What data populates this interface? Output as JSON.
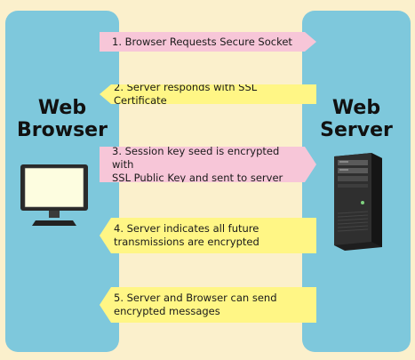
{
  "browser": {
    "title_line1": "Web",
    "title_line2": "Browser"
  },
  "server": {
    "title_line1": "Web",
    "title_line2": "Server"
  },
  "steps": [
    {
      "line1": "1. Browser Requests Secure Socket",
      "line2": "",
      "direction": "to-server",
      "color": "#f7c6d8"
    },
    {
      "line1": "2. Server responds with SSL Certificate",
      "line2": "",
      "direction": "to-browser",
      "color": "#fff685"
    },
    {
      "line1": "3. Session key seed is encrypted with",
      "line2": "SSL Public Key and sent to server",
      "direction": "to-server",
      "color": "#f7c6d8"
    },
    {
      "line1": "4. Server indicates all future",
      "line2": "transmissions are encrypted",
      "direction": "to-browser",
      "color": "#fff685"
    },
    {
      "line1": "5. Server and Browser can send",
      "line2": "encrypted messages",
      "direction": "to-browser",
      "color": "#fff685"
    }
  ],
  "icons": {
    "browser": "computer-monitor-icon",
    "server": "tower-server-icon"
  }
}
